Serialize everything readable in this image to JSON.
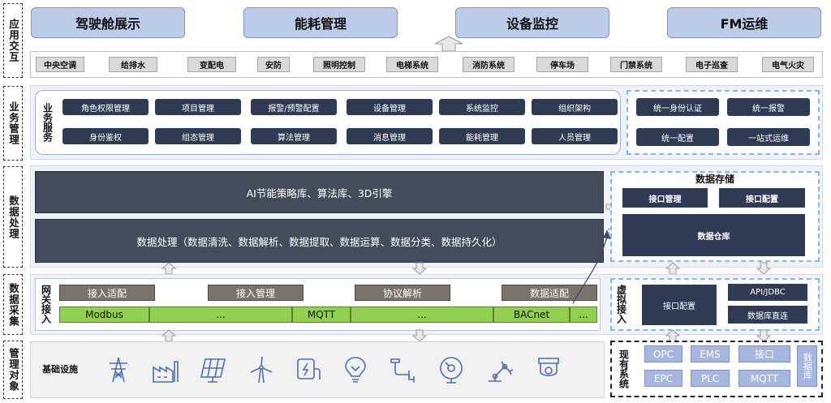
{
  "layers": {
    "app": "应用交互",
    "business": "业务管理",
    "data_proc": "数据处理",
    "data_collect": "数据采集",
    "manage_obj": "管理对象"
  },
  "top_modules": [
    "驾驶舱展示",
    "能耗管理",
    "设备监控",
    "FM运维"
  ],
  "subsystems": [
    "中央空调",
    "给排水",
    "变配电",
    "安防",
    "照明控制",
    "电梯系统",
    "消防系统",
    "停车场",
    "门禁系统",
    "电子巡查",
    "电气火灾"
  ],
  "business": {
    "label": "业务服务",
    "row1": [
      "角色权限管理",
      "项目管理",
      "报警/预警配置",
      "设备管理",
      "系统监控",
      "组织架构"
    ],
    "row2": [
      "身份鉴权",
      "组态管理",
      "算法管理",
      "消息管理",
      "能耗管理",
      "人员管理"
    ],
    "unified": [
      "统一身份认证",
      "统一报警",
      "统一配置",
      "一站式运维"
    ]
  },
  "processing": {
    "ai": "AI节能策略库、算法库、3D引擎",
    "data": "数据处理（数据清洗、数据解析、数据提取、数据运算、数据分类、数据持久化）"
  },
  "storage": {
    "title": "数据存储",
    "interface_mgmt": "接口管理",
    "interface_config": "接口配置",
    "warehouse": "数据仓库"
  },
  "gateway": {
    "label": "网关接入",
    "functions": [
      "接入适配",
      "接入管理",
      "协议解析",
      "数据适配"
    ],
    "protocols": [
      "Modbus",
      "...",
      "MQTT",
      "...",
      "BACnet",
      "..."
    ]
  },
  "virtual": {
    "label": "虚拟接入",
    "config": "接口配置",
    "api": "API/JDBC",
    "db_direct": "数据库直连"
  },
  "infrastructure": {
    "label": "基础设施",
    "icons": [
      "power-tower-icon",
      "factory-icon",
      "solar-panel-icon",
      "wind-turbine-icon",
      "power-socket-icon",
      "lightbulb-icon",
      "water-pipe-icon",
      "gauge-icon",
      "robot-arm-icon",
      "camera-icon"
    ]
  },
  "existing": {
    "label": "现有系统",
    "items": [
      "OPC",
      "EMS",
      "接口",
      "EPC",
      "PLC",
      "MQTT"
    ],
    "db": "数据库"
  }
}
